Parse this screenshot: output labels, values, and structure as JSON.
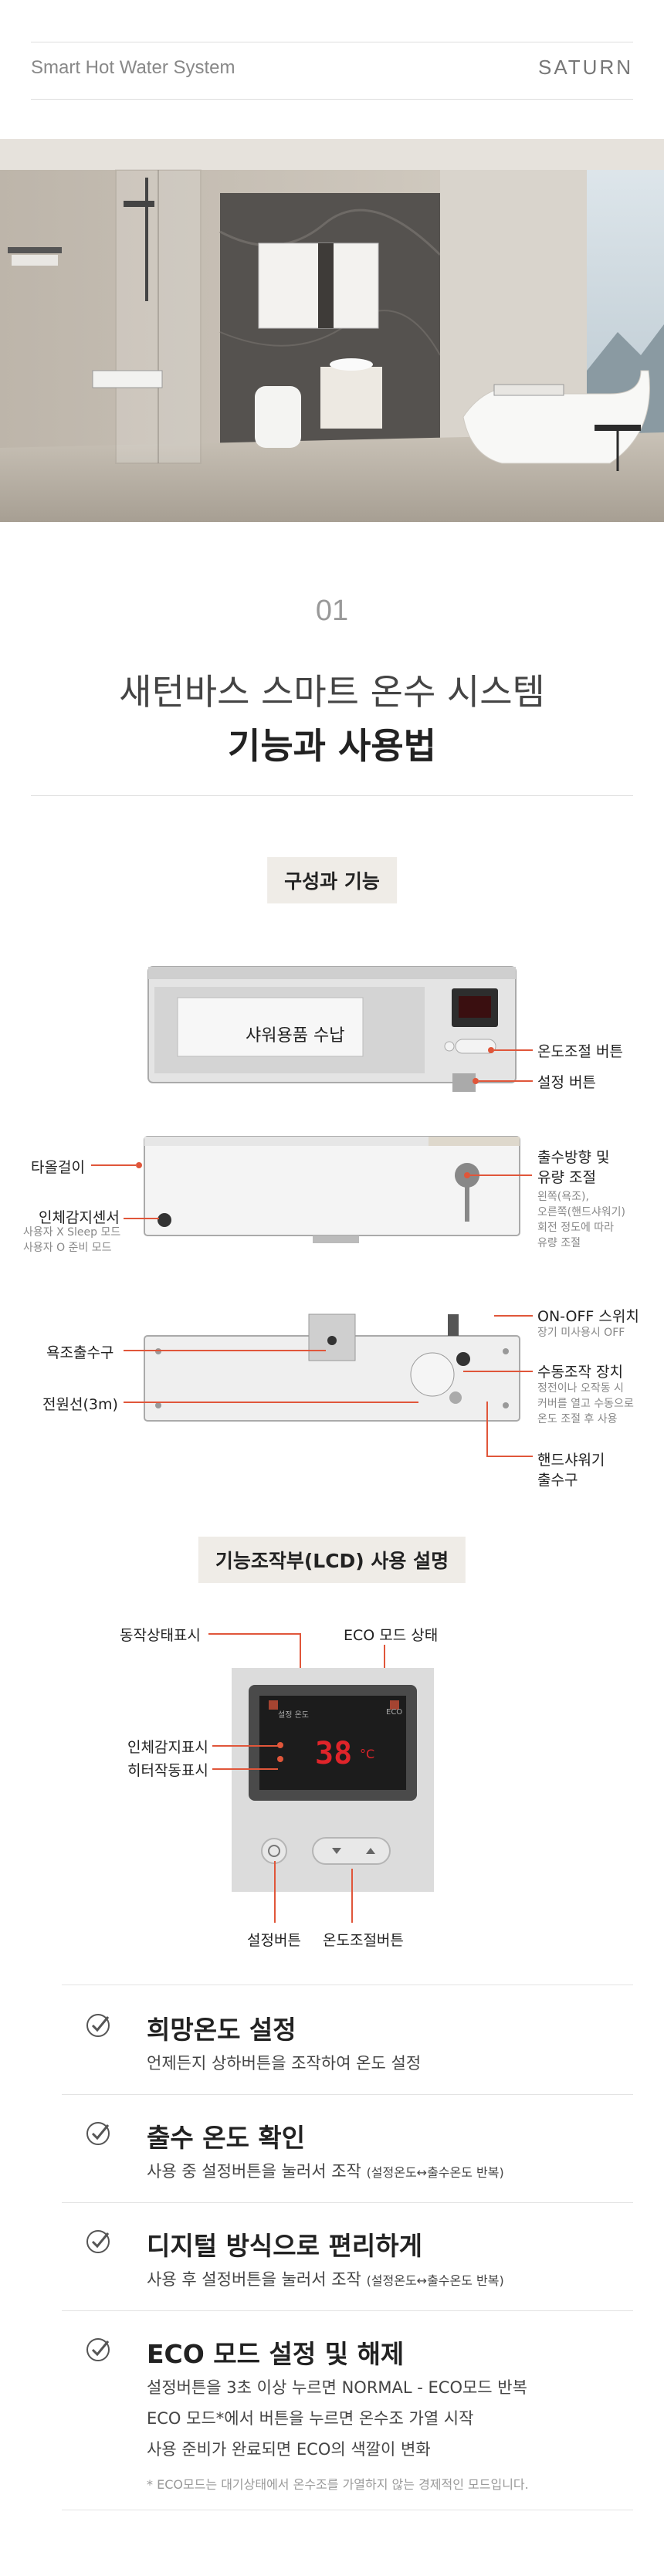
{
  "header": {
    "subtitle": "Smart Hot Water System",
    "brand": "SATURN"
  },
  "section": {
    "number": "01",
    "title_line1": "새턴바스 스마트 온수 시스템",
    "title_line2": "기능과 사용법"
  },
  "composition": {
    "heading": "구성과 기능",
    "storage_label": "샤워용품 수납",
    "temp_button": "온도조절 버튼",
    "setting_button": "설정 버튼",
    "towel_bar": "타올걸이",
    "sensor": "인체감지센서",
    "sensor_sub1": "사용자 X Sleep 모드",
    "sensor_sub2": "사용자 O 준비 모드",
    "flow_title1": "출수방향 및",
    "flow_title2": "유량 조절",
    "flow_sub1": "왼쪽(욕조),",
    "flow_sub2": "오른쪽(핸드샤워기)",
    "flow_sub3": "회전 정도에 따라",
    "flow_sub4": "유량 조절",
    "tub_outlet": "욕조출수구",
    "power_cord": "전원선(3m)",
    "onoff": "ON-OFF 스위치",
    "onoff_sub": "장기 미사용시 OFF",
    "manual": "수동조작 장치",
    "manual_sub1": "정전이나 오작동 시",
    "manual_sub2": "커버를 열고 수동으로",
    "manual_sub3": "온도 조절 후 사용",
    "hand_outlet1": "핸드샤워기",
    "hand_outlet2": "출수구"
  },
  "lcd": {
    "heading": "기능조작부(LCD) 사용 설명",
    "status_display": "동작상태표시",
    "eco_status": "ECO 모드 상태",
    "body_sensor_display": "인체감지표시",
    "heater_display": "히터작동표시",
    "setting_button": "설정버튼",
    "temp_button": "온도조절버튼",
    "screen_label": "설정 온도",
    "screen_eco": "ECO",
    "temp_value": "38",
    "temp_unit": "°C"
  },
  "features": [
    {
      "title": "희망온도 설정",
      "desc": "언제든지 상하버튼을 조작하여 온도 설정"
    },
    {
      "title": "출수 온도 확인",
      "desc": "사용 중 설정버튼을 눌러서 조작",
      "desc_small": "(설정온도↔출수온도 반복)"
    },
    {
      "title": "디지털 방식으로 편리하게",
      "desc": "사용 후 설정버튼을 눌러서 조작",
      "desc_small": "(설정온도↔출수온도 반복)"
    },
    {
      "title": "ECO 모드 설정 및 해제",
      "desc1": "설정버튼을 3초 이상 누르면 NORMAL - ECO모드 반복",
      "desc2": "ECO 모드*에서 버튼을 누르면 온수조 가열 시작",
      "desc3": "사용 준비가 완료되면 ECO의 색깔이 변화",
      "note": "* ECO모드는 대기상태에서 온수조를 가열하지 않는 경제적인 모드입니다."
    }
  ],
  "colors": {
    "accent": "#e0563a",
    "lcd_red": "#e0242a",
    "pill_bg": "#efece7"
  }
}
